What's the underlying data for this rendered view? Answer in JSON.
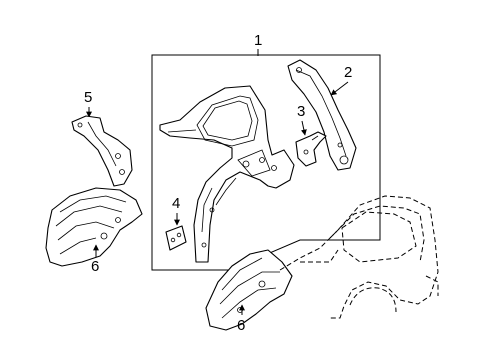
{
  "callouts": {
    "c1": "1",
    "c2": "2",
    "c3": "3",
    "c4": "4",
    "c5": "5",
    "c6a": "6",
    "c6b": "6"
  },
  "colors": {
    "line": "#000000",
    "background": "#ffffff"
  }
}
